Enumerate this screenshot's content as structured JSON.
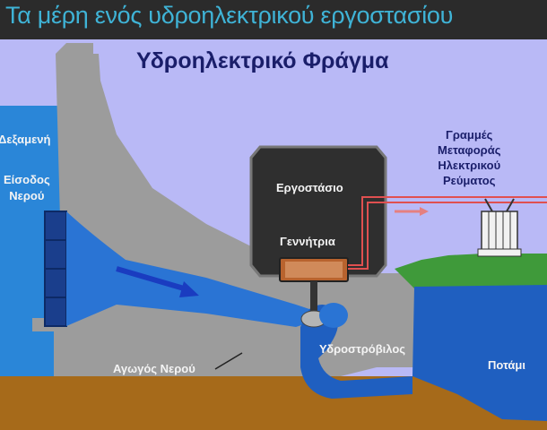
{
  "header": {
    "title": "Τα μέρη ενός υδροηλεκτρικού εργοστασίου"
  },
  "diagram": {
    "title": "Υδροηλεκτρικό Φράγμα",
    "labels": {
      "reservoir": "Δεξαμενή",
      "water_inlet_line1": "Είσοδος",
      "water_inlet_line2": "Νερού",
      "power_house": "Εργοστάσιο",
      "generator": "Γεννήτρια",
      "turbine": "Υδροστρόβιλος",
      "penstock": "Αγωγός Νερού",
      "river": "Ποτάμι",
      "power_lines_line1": "Γραμμές",
      "power_lines_line2": "Μεταφοράς",
      "power_lines_line3": "Ηλεκτρικού",
      "power_lines_line4": "Ρεύματος"
    }
  },
  "colors": {
    "title_text": "#3fb3d6",
    "header_bg": "#2b2b2b",
    "sky": "#b9b9f6",
    "water": "#2a7fd0",
    "water_dark": "#1b4fb0",
    "dam_concrete": "#9a9a9a",
    "power_house": "#3a3a3a",
    "ground": "#a66a1a",
    "grass": "#3f9a3a",
    "power_line": "#e05050",
    "diagram_title": "#1a1e6a"
  }
}
